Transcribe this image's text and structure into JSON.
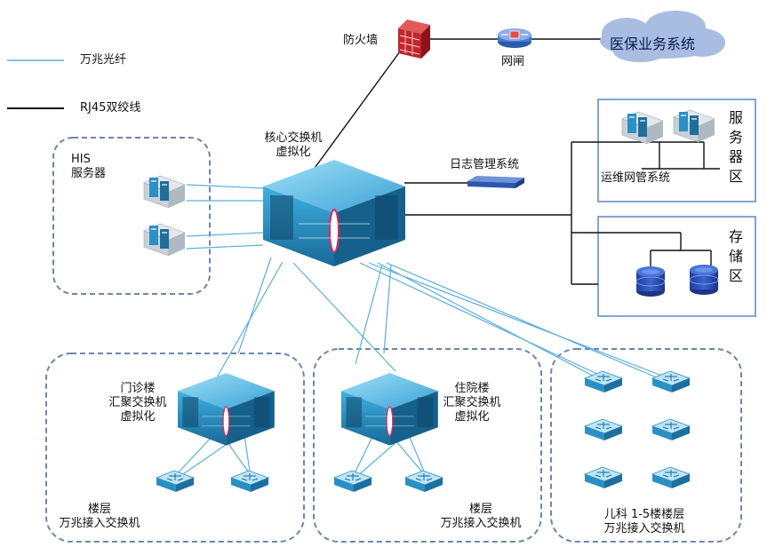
{
  "legend": {
    "fiber": "万兆光纤",
    "rj45": "RJ45双绞线"
  },
  "nodes": {
    "firewall": "防火墙",
    "gateway": "网闸",
    "cloud": "医保业务系统",
    "core_line1": "核心交换机",
    "core_line2": "虚拟化",
    "log_mgmt": "日志管理系统",
    "ops_mgmt": "运维网管系统"
  },
  "zones": {
    "his_line1": "HIS",
    "his_line2": "服务器",
    "server_zone": "服\n务\n器\n区",
    "storage_zone": "存\n储\n区",
    "outpatient_line1": "门诊楼",
    "outpatient_line2": "汇聚交换机",
    "outpatient_line3": "虚拟化",
    "outpatient_access_line1": "楼层",
    "outpatient_access_line2": "万兆接入交换机",
    "inpatient_line1": "住院楼",
    "inpatient_line2": "汇聚交换机",
    "inpatient_line3": "虚拟化",
    "inpatient_access_line1": "楼层",
    "inpatient_access_line2": "万兆接入交换机",
    "pediatric_line1": "儿科 1-5楼楼层",
    "pediatric_line2": "万兆接入交换机"
  },
  "colors": {
    "fiber": "#5aaee0",
    "rj45": "#111111",
    "zone_border": "#6b86b0",
    "zone_box": "#5b86c9",
    "cloud_fill": "#a9bde3",
    "switch_fill": "#2a8fc4"
  },
  "icons": [
    "firewall-icon",
    "gateway-icon",
    "cloud-icon",
    "core-switch-icon",
    "server-icon",
    "storage-icon",
    "access-switch-icon",
    "log-appliance-icon"
  ]
}
